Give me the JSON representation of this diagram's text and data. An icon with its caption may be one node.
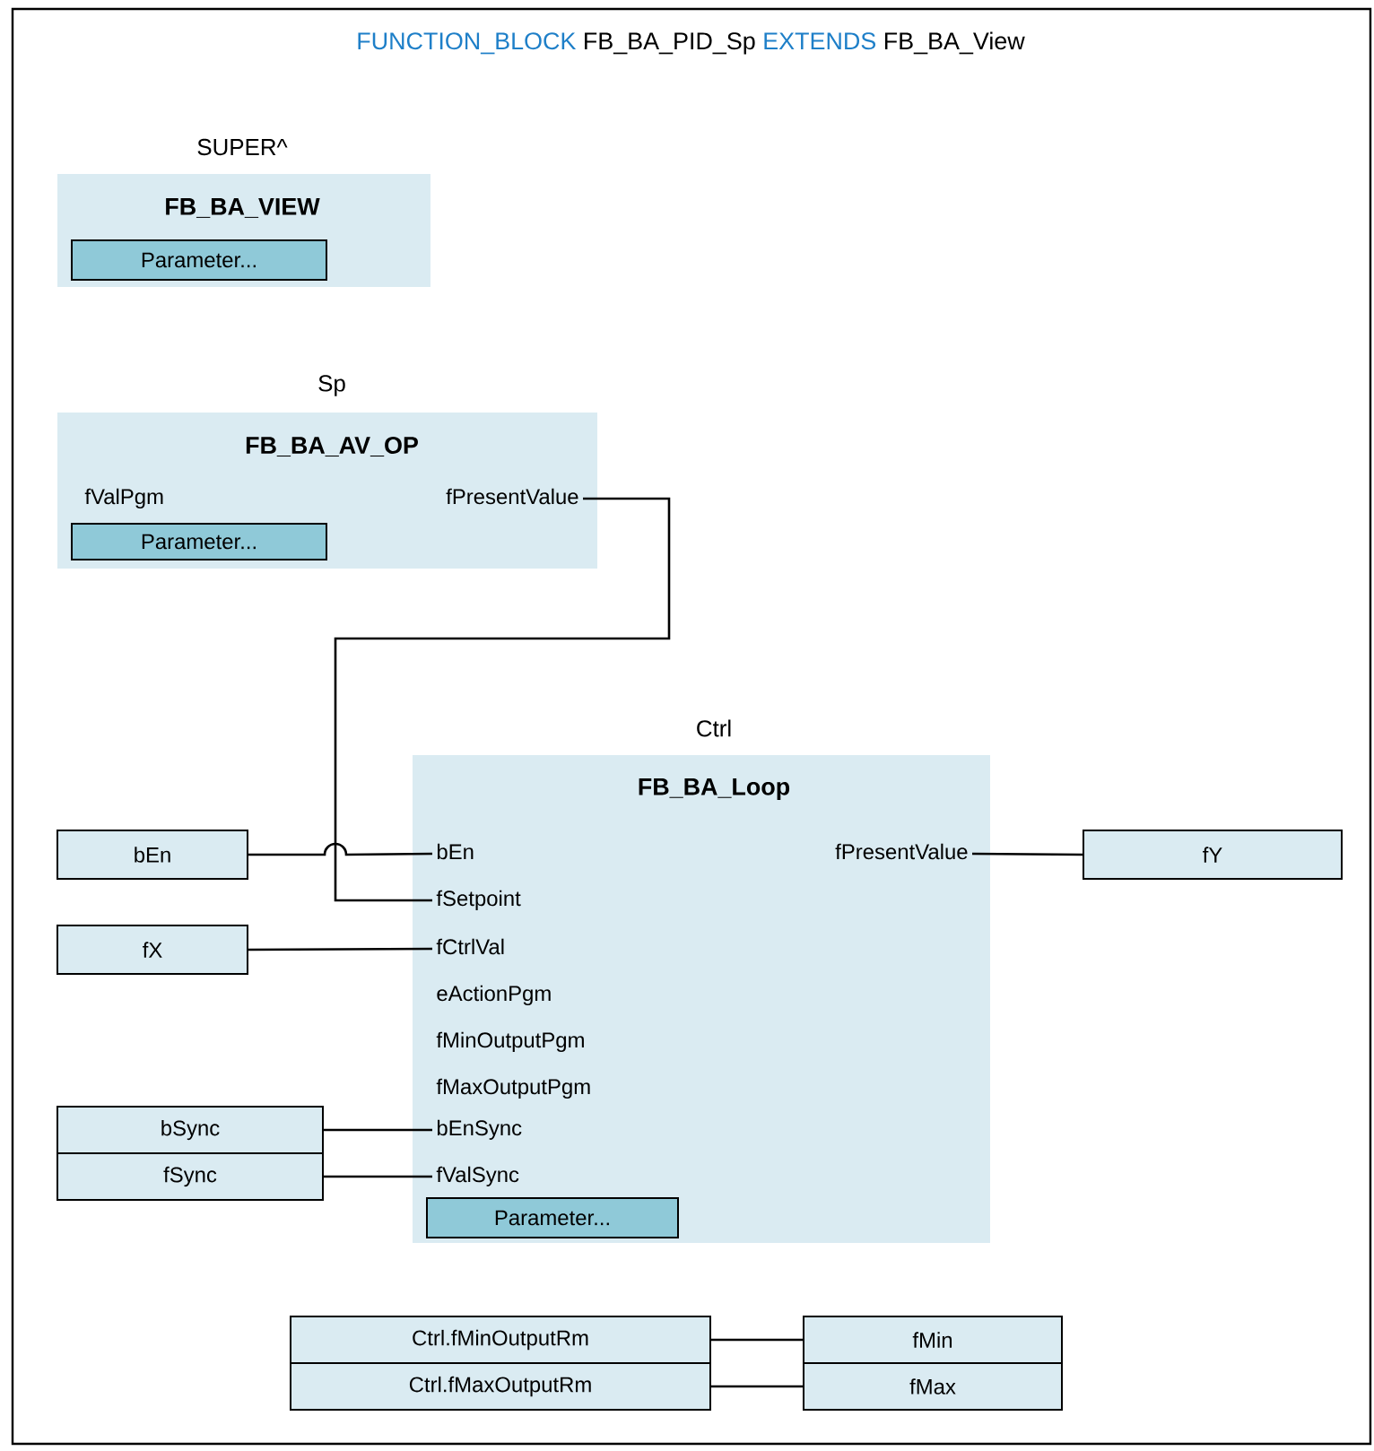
{
  "diagram": {
    "nodes": [
      {
        "text": [
          "SUPER^",
          "FB_BA_VIEW"
        ]
      },
      {
        "text": [
          "Parameter..."
        ],
        "in": 0
      },
      {
        "text": [
          "Sp",
          "FB_BA_AV_OP"
        ]
      },
      {
        "text": [
          "fValPgm"
        ],
        "in": 2
      },
      {
        "text": [
          "fPresentValue"
        ],
        "in": 2
      },
      {
        "text": [
          "Parameter..."
        ],
        "in": 2
      },
      {
        "text": [
          "Ctrl",
          "FB_BA_Loop"
        ]
      },
      {
        "text": [
          "bEn"
        ],
        "in": 6
      },
      {
        "text": [
          "fSetpoint"
        ],
        "in": 6
      },
      {
        "text": [
          "fCtrlVal"
        ],
        "in": 6
      },
      {
        "text": [
          "eActionPgm"
        ],
        "in": 6
      },
      {
        "text": [
          "fMinOutputPgm"
        ],
        "in": 6
      },
      {
        "text": [
          "fMaxOutputPgm"
        ],
        "in": 6
      },
      {
        "text": [
          "bEnSync"
        ],
        "in": 6
      },
      {
        "text": [
          "fValSync"
        ],
        "in": 6
      },
      {
        "text": [
          "fPresentValue"
        ],
        "in": 6
      },
      {
        "text": [
          "Parameter..."
        ],
        "in": 6
      },
      {
        "text": [
          "bEn"
        ]
      },
      {
        "text": [
          "fX"
        ]
      },
      {
        "text": [
          "bSync"
        ]
      },
      {
        "text": [
          "fSync"
        ]
      },
      {
        "text": [
          "fY"
        ]
      },
      {
        "text": [
          "Ctrl.fMinOutputRm"
        ]
      },
      {
        "text": [
          "Ctrl.fMaxOutputRm"
        ]
      },
      {
        "text": [
          "fMin"
        ]
      },
      {
        "text": [
          "fMax"
        ]
      }
    ],
    "edges": [
      {
        "from": 4,
        "to": 8,
        "arrow": "none"
      },
      {
        "from": 17,
        "to": 7,
        "arrow": "none"
      },
      {
        "from": 18,
        "to": 9,
        "arrow": "none"
      },
      {
        "from": 19,
        "to": 13,
        "arrow": "none"
      },
      {
        "from": 20,
        "to": 14,
        "arrow": "none"
      },
      {
        "from": 15,
        "to": 21,
        "arrow": "none"
      },
      {
        "from": 22,
        "to": 24,
        "arrow": "none"
      },
      {
        "from": 23,
        "to": 25,
        "arrow": "none"
      }
    ],
    "labels": [
      "FUNCTION_BLOCK",
      "FB_BA_PID_Sp",
      "EXTENDS",
      "FB_BA_View"
    ]
  }
}
